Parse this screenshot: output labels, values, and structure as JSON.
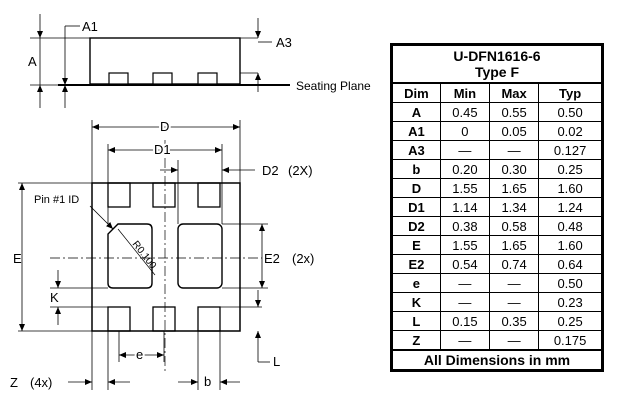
{
  "side_view": {
    "labels": {
      "a1": "A1",
      "a": "A",
      "a3": "A3",
      "seating_plane": "Seating Plane"
    }
  },
  "bottom_view": {
    "labels": {
      "d": "D",
      "d1": "D1",
      "d2": "D2",
      "d2_count": "(2X)",
      "e": "E",
      "e2": "E2",
      "e2_count": "(2x)",
      "pin1": "Pin #1 ID",
      "radius": "R0.100",
      "k": "K",
      "l": "L",
      "pitch_e": "e",
      "b": "b",
      "z": "Z",
      "z_count": "(4x)"
    }
  },
  "table": {
    "title_line1": "U-DFN1616-6",
    "title_line2": "Type F",
    "headers": [
      "Dim",
      "Min",
      "Max",
      "Typ"
    ],
    "rows": [
      {
        "dim": "A",
        "min": "0.45",
        "max": "0.55",
        "typ": "0.50"
      },
      {
        "dim": "A1",
        "min": "0",
        "max": "0.05",
        "typ": "0.02"
      },
      {
        "dim": "A3",
        "min": "—",
        "max": "—",
        "typ": "0.127"
      },
      {
        "dim": "b",
        "min": "0.20",
        "max": "0.30",
        "typ": "0.25"
      },
      {
        "dim": "D",
        "min": "1.55",
        "max": "1.65",
        "typ": "1.60"
      },
      {
        "dim": "D1",
        "min": "1.14",
        "max": "1.34",
        "typ": "1.24"
      },
      {
        "dim": "D2",
        "min": "0.38",
        "max": "0.58",
        "typ": "0.48"
      },
      {
        "dim": "E",
        "min": "1.55",
        "max": "1.65",
        "typ": "1.60"
      },
      {
        "dim": "E2",
        "min": "0.54",
        "max": "0.74",
        "typ": "0.64"
      },
      {
        "dim": "e",
        "min": "—",
        "max": "—",
        "typ": "0.50"
      },
      {
        "dim": "K",
        "min": "—",
        "max": "—",
        "typ": "0.23"
      },
      {
        "dim": "L",
        "min": "0.15",
        "max": "0.35",
        "typ": "0.25"
      },
      {
        "dim": "Z",
        "min": "—",
        "max": "—",
        "typ": "0.175"
      }
    ],
    "footer": "All Dimensions in mm"
  }
}
